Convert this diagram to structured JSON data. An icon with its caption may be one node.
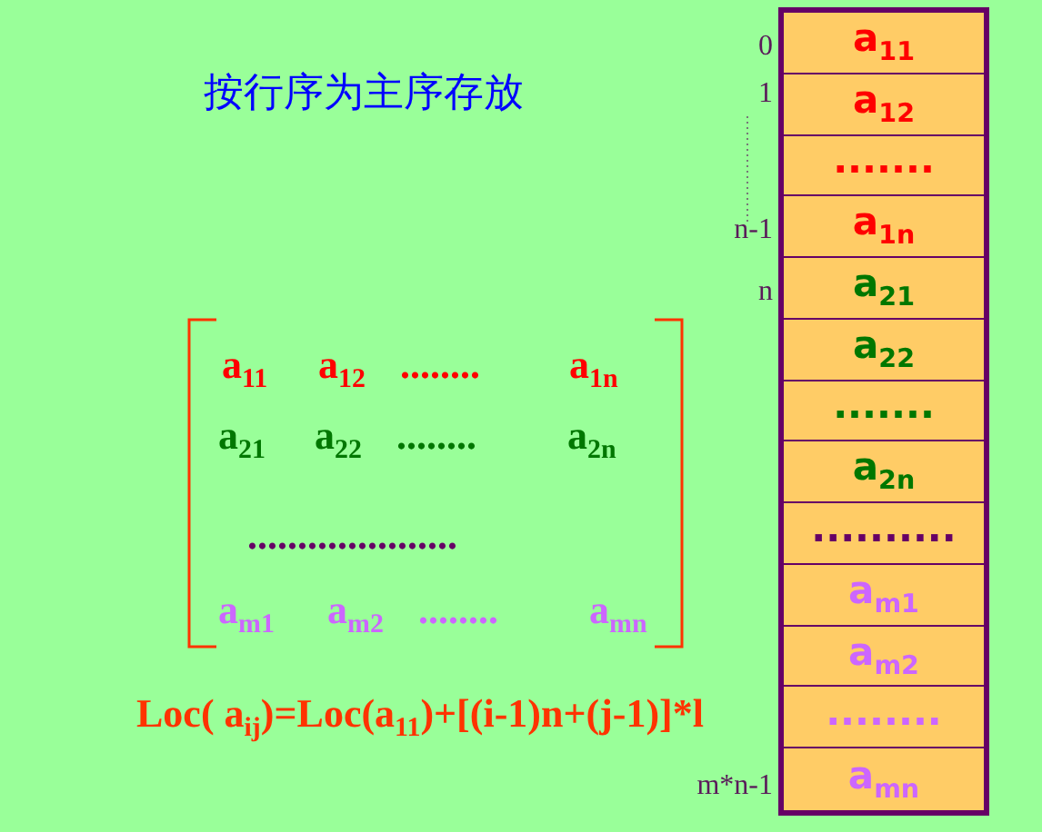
{
  "diagram": {
    "title": "按行序为主序存放",
    "nodes": [
      {
        "text": [],
        "shape": "box"
      },
      {
        "text": [
          "a$_{11}$"
        ],
        "in": 0,
        "beside": [
          "0"
        ]
      },
      {
        "text": [
          "a$_{12}$"
        ],
        "in": 0,
        "beside": [
          "1"
        ]
      },
      {
        "text": [
          "......."
        ],
        "in": 0
      },
      {
        "text": [
          "a$_{1n}$"
        ],
        "in": 0,
        "beside": [
          "n-1"
        ]
      },
      {
        "text": [
          "a$_{21}$"
        ],
        "in": 0,
        "beside": [
          "n"
        ]
      },
      {
        "text": [
          "a$_{22}$"
        ],
        "in": 0
      },
      {
        "text": [
          "......."
        ],
        "in": 0
      },
      {
        "text": [
          "a$_{2n}$"
        ],
        "in": 0
      },
      {
        "text": [
          ".........."
        ],
        "in": 0
      },
      {
        "text": [
          "a$_{m1}$"
        ],
        "in": 0
      },
      {
        "text": [
          "a$_{m2}$"
        ],
        "in": 0
      },
      {
        "text": [
          "........"
        ],
        "in": 0
      },
      {
        "text": [
          "a$_{mn}$"
        ],
        "in": 0
      }
    ],
    "edges": [],
    "labels": [
      "a$_{11}$",
      "a$_{12}$",
      "........",
      "a$_{1n}$",
      "a$_{21}$",
      "a$_{22}$",
      "........",
      "a$_{2n}$",
      ".....................",
      "a$_{m1}$",
      "a$_{m2}$",
      "........",
      "a$_{mn}$",
      "Loc( a$_{ij}$)=Loc(a$_{11}$)+[(i-1)n+(j-1)]*l",
      "m*n-1"
    ]
  }
}
